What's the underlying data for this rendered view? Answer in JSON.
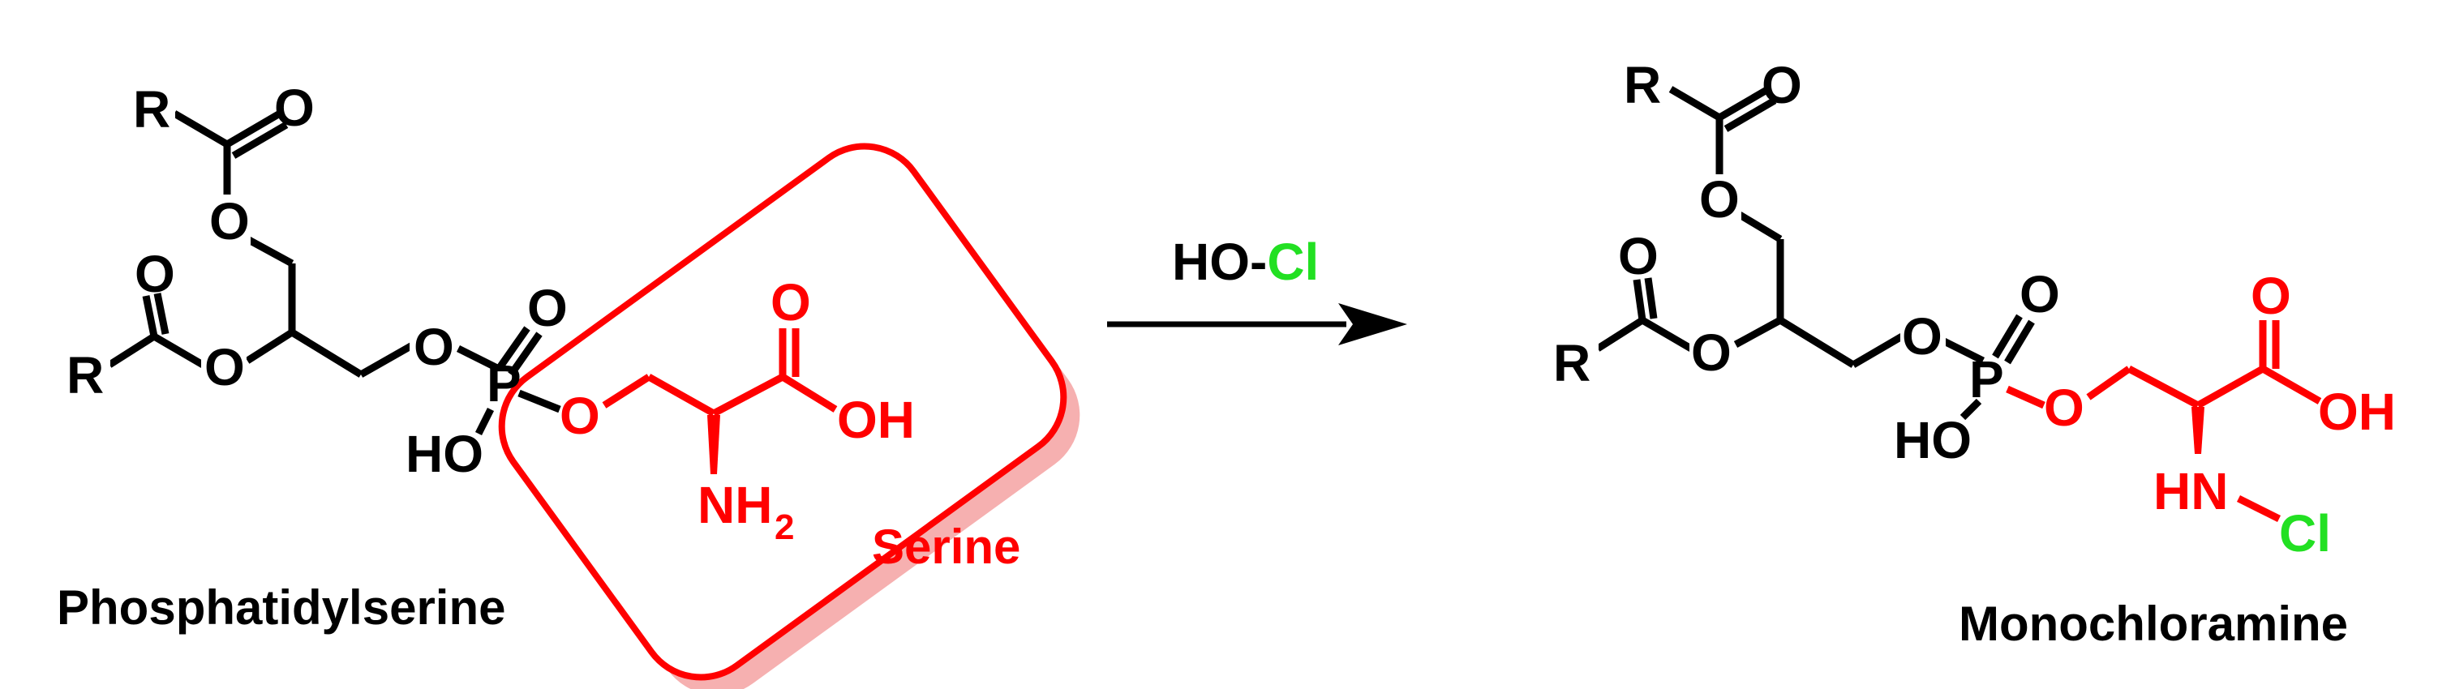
{
  "colors": {
    "bond": "#000000",
    "serine_highlight": "#ff0000",
    "chlorine": "#22e022",
    "highlight_shadow": "#f6b0b0"
  },
  "atoms": {
    "R": "R",
    "O": "O",
    "P": "P",
    "HO": "HO",
    "OH": "OH",
    "NH": "NH",
    "sub2": "2",
    "HN": "HN",
    "Cl": "Cl"
  },
  "reagent": {
    "prefix": "HO-",
    "chlorine": "Cl"
  },
  "left_molecule": {
    "name": "Phosphatidylserine",
    "highlight_label": "Serine"
  },
  "right_molecule": {
    "name": "Monochloramine"
  }
}
